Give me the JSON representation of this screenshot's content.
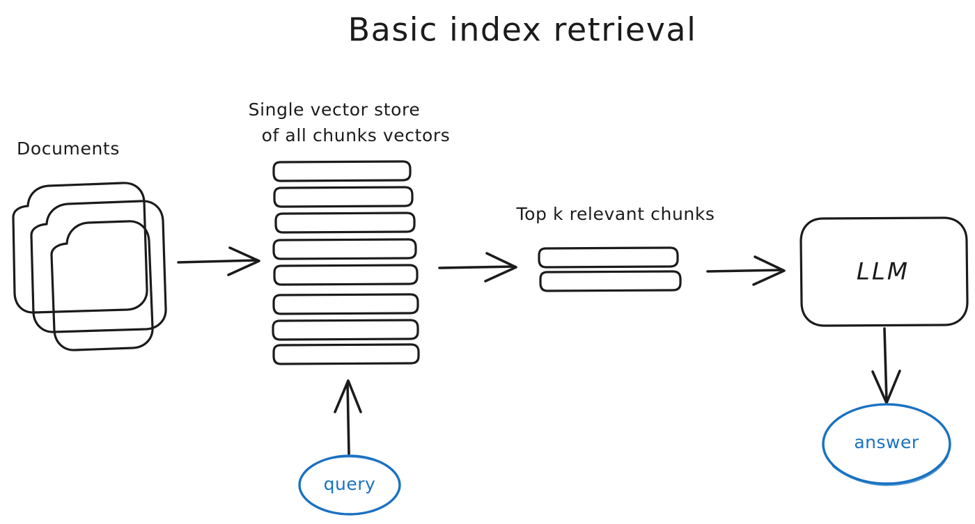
{
  "diagram": {
    "title": "Basic index retrieval",
    "background_color": "#ffffff",
    "ink_color": "#1b1b1b",
    "accent_color": "#1971c2",
    "style": "hand-drawn"
  },
  "labels": {
    "documents": "Documents",
    "vector_store_line1": "Single vector store",
    "vector_store_line2": "of all chunks vectors",
    "top_k": "Top k relevant chunks"
  },
  "nodes": {
    "llm": "LLM",
    "query": "query",
    "answer": "answer"
  },
  "counts": {
    "document_sheets": 3,
    "vector_store_chunks": 8,
    "retrieved_chunks": 2
  },
  "flow": {
    "steps": [
      "Documents",
      "Single vector store of all chunks vectors",
      "Top k relevant chunks",
      "LLM",
      "answer"
    ],
    "query_input_target": "Single vector store of all chunks vectors"
  }
}
